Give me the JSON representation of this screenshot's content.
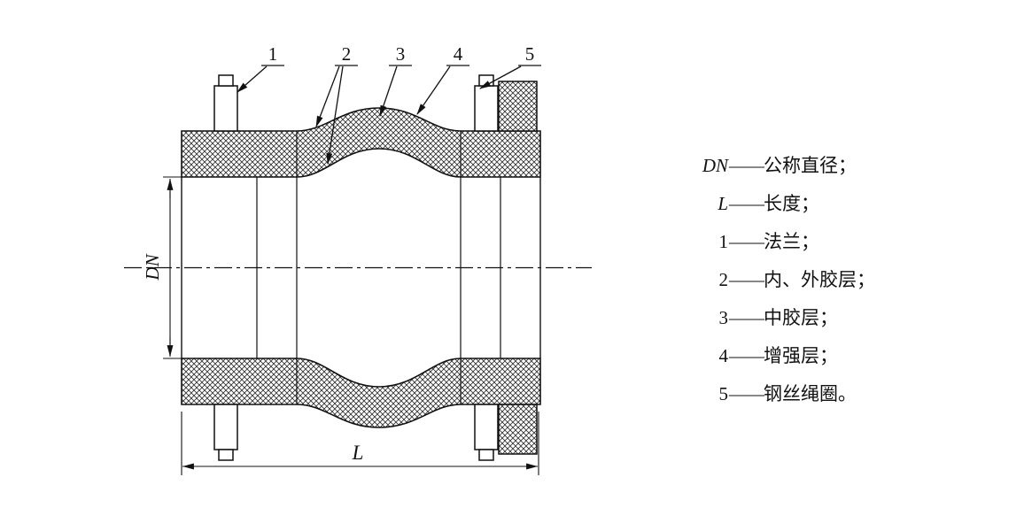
{
  "diagram": {
    "dim_dn": "DN",
    "dim_l": "L",
    "callouts": [
      {
        "label": "1"
      },
      {
        "label": "2"
      },
      {
        "label": "3"
      },
      {
        "label": "4"
      },
      {
        "label": "5"
      }
    ]
  },
  "legend": {
    "dash": "——",
    "items": [
      {
        "term": "DN",
        "def": "公称直径；"
      },
      {
        "term": "L",
        "def": "长度；"
      },
      {
        "term": "1",
        "def": "法兰；"
      },
      {
        "term": "2",
        "def": "内、外胶层；"
      },
      {
        "term": "3",
        "def": "中胶层；"
      },
      {
        "term": "4",
        "def": "增强层；"
      },
      {
        "term": "5",
        "def": "钢丝绳圈。"
      }
    ]
  }
}
